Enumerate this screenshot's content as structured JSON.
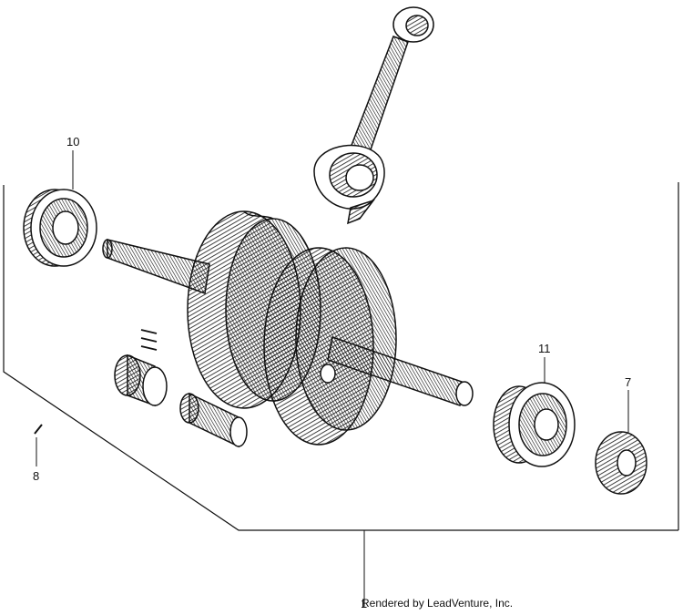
{
  "callouts": {
    "c1": "1",
    "c7": "7",
    "c8": "8",
    "c10": "10",
    "c11": "11"
  },
  "credit": "Rendered by LeadVenture, Inc.",
  "colors": {
    "ink": "#111111",
    "background": "#ffffff"
  }
}
